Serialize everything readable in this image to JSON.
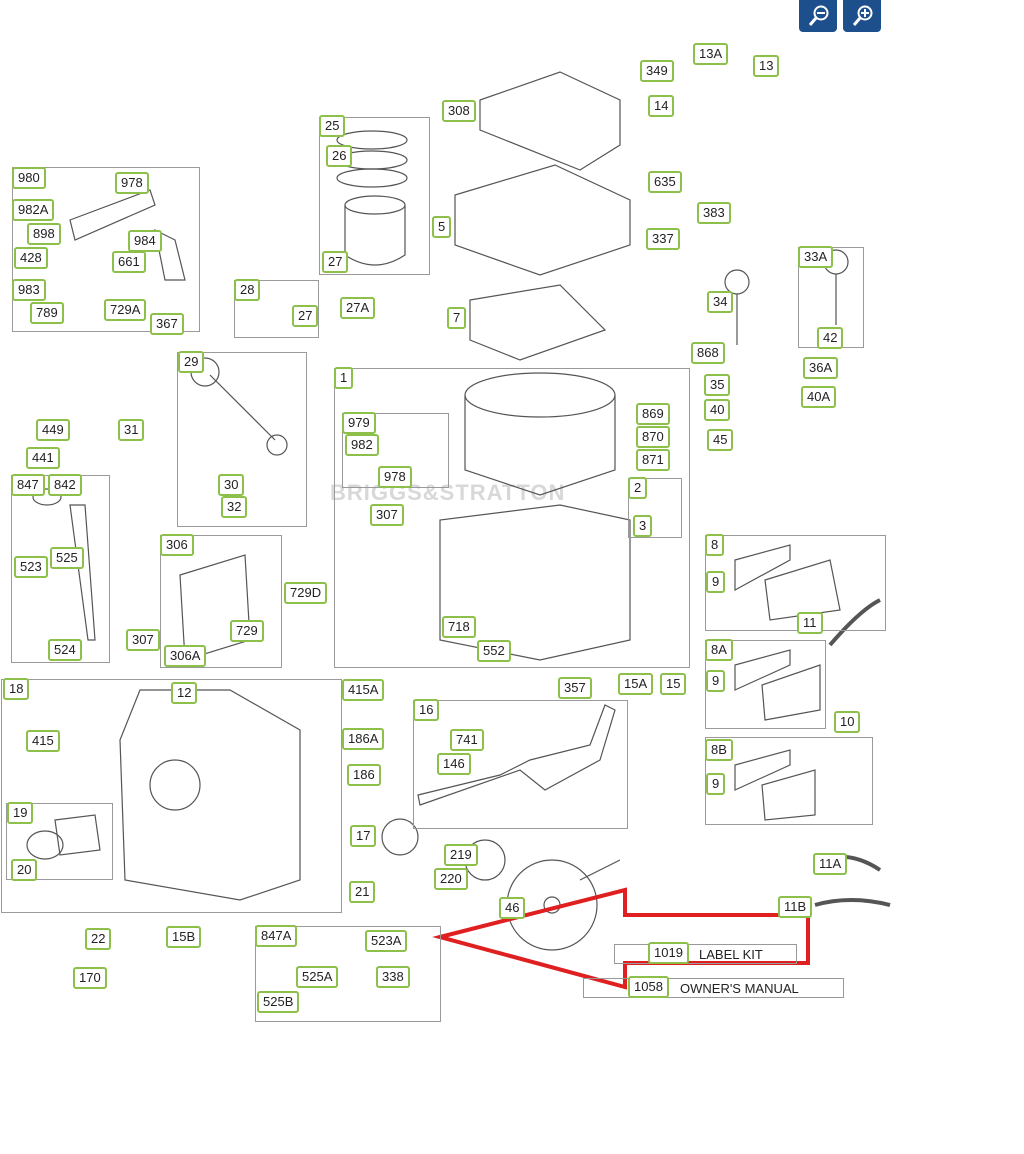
{
  "toolbar": {
    "zoom_out_icon": "magnifier-minus",
    "zoom_in_icon": "magnifier-plus"
  },
  "watermark": "BRIGGS&STRATTON",
  "labels": [
    "349",
    "13A",
    "13",
    "14",
    "308",
    "25",
    "26",
    "980",
    "978",
    "982A",
    "898",
    "984",
    "428",
    "661",
    "983",
    "729A",
    "789",
    "367",
    "635",
    "383",
    "5",
    "337",
    "27",
    "33A",
    "28",
    "27",
    "27A",
    "7",
    "34",
    "42",
    "868",
    "36A",
    "1",
    "29",
    "35",
    "40A",
    "869",
    "40",
    "979",
    "449",
    "31",
    "982",
    "870",
    "871",
    "45",
    "441",
    "978",
    "847",
    "842",
    "30",
    "2",
    "32",
    "307",
    "3",
    "306",
    "8",
    "523",
    "525",
    "9",
    "729D",
    "11",
    "718",
    "729",
    "552",
    "307",
    "524",
    "306A",
    "8A",
    "9",
    "18",
    "12",
    "415A",
    "357",
    "15A",
    "15",
    "16",
    "10",
    "415",
    "741",
    "186A",
    "146",
    "8B",
    "186",
    "9",
    "19",
    "17",
    "219",
    "11A",
    "20",
    "220",
    "21",
    "46",
    "11B",
    "22",
    "15B",
    "847A",
    "523A",
    "525A",
    "338",
    "170",
    "525B"
  ],
  "kits": [
    {
      "part": "1019",
      "text": "LABEL KIT"
    },
    {
      "part": "1058",
      "text": "OWNER'S MANUAL"
    }
  ],
  "colors": {
    "label_border": "#8dc04a",
    "highlight": "#e02020",
    "button": "#1d4f8c"
  }
}
